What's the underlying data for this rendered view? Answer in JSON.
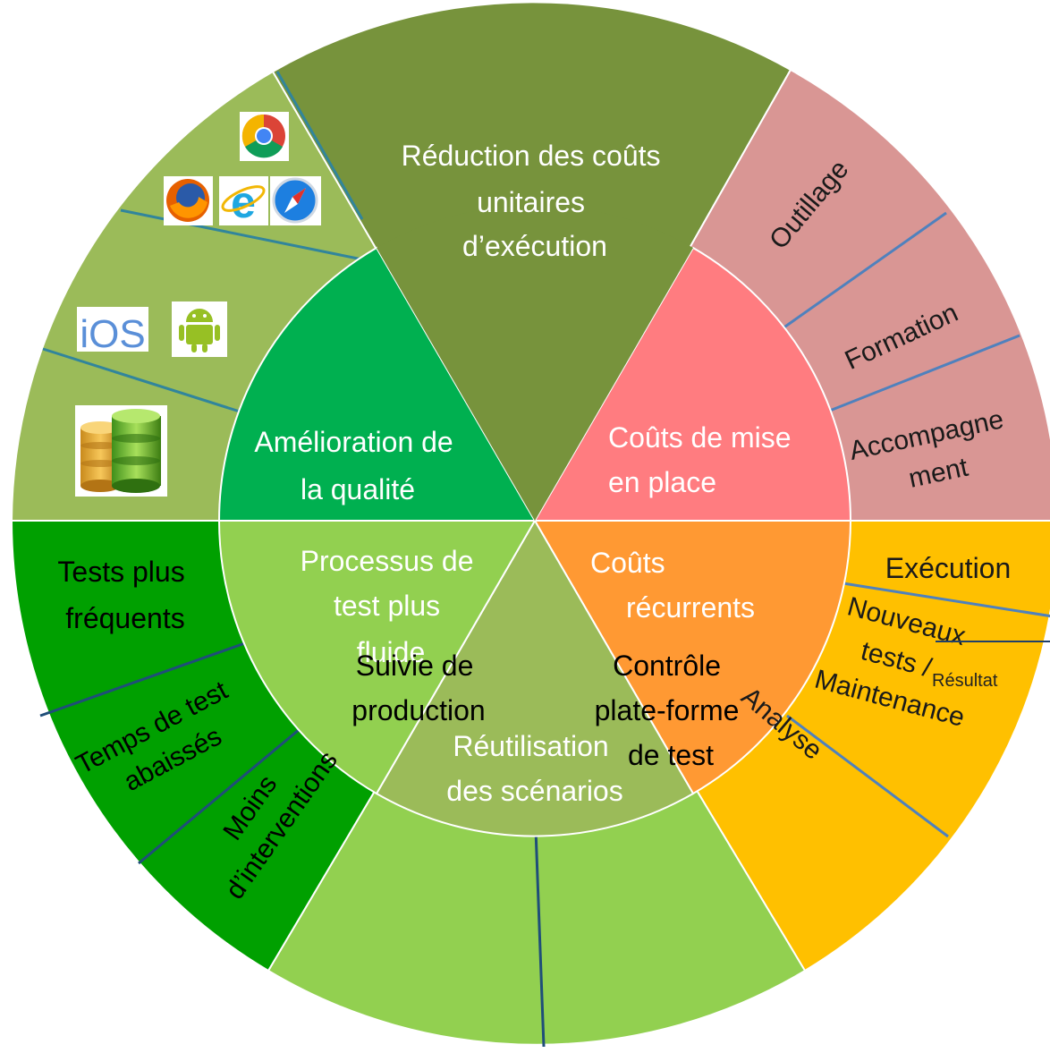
{
  "colors": {
    "dark_olive": "#77933c",
    "light_olive": "#9bbb59",
    "green_inner": "#00b050",
    "green_bright": "#00a000",
    "green_light": "#92d050",
    "olive_mid": "#8fb04e",
    "pink_inner": "#ff7c80",
    "pink_outer": "#d99694",
    "orange_inner": "#ff9933",
    "yellow_outer": "#ffc000",
    "separator": "#1f4e79"
  },
  "icons": {
    "browsers": [
      "chrome-icon",
      "firefox-icon",
      "ie-icon",
      "safari-icon"
    ],
    "mobile": [
      "ios-icon",
      "android-icon"
    ],
    "database": "database-icon"
  },
  "inner": {
    "amelioration": [
      "Amélioration de",
      "la qualité"
    ],
    "couts_mise": [
      "Coûts de mise",
      "en place"
    ],
    "processus": [
      "Processus de",
      "test plus",
      "fluide"
    ],
    "couts_recurrents": [
      "Coûts",
      "récurrents"
    ],
    "reutilisation": [
      "Réutilisation",
      "des scénarios"
    ],
    "reduction": [
      "Réduction des coûts",
      "unitaires",
      "d’exécution"
    ]
  },
  "outer": {
    "outillage": "Outillage",
    "formation": "Formation",
    "accompagnement": [
      "Accompagne",
      "ment"
    ],
    "execution": "Exécution",
    "nouveaux": [
      "Nouveaux",
      "tests /",
      "Maintenance"
    ],
    "analyse": "Analyse",
    "tests_frequents": [
      "Tests plus",
      "fréquents"
    ],
    "temps": [
      "Temps de test",
      "abaissés"
    ],
    "moins": [
      "Moins",
      "d’interventions"
    ],
    "suivie": [
      "Suivie de",
      "production"
    ],
    "controle": [
      "Contrôle",
      "plate-forme",
      "de test"
    ]
  },
  "corner": {
    "text": "Résultat"
  }
}
